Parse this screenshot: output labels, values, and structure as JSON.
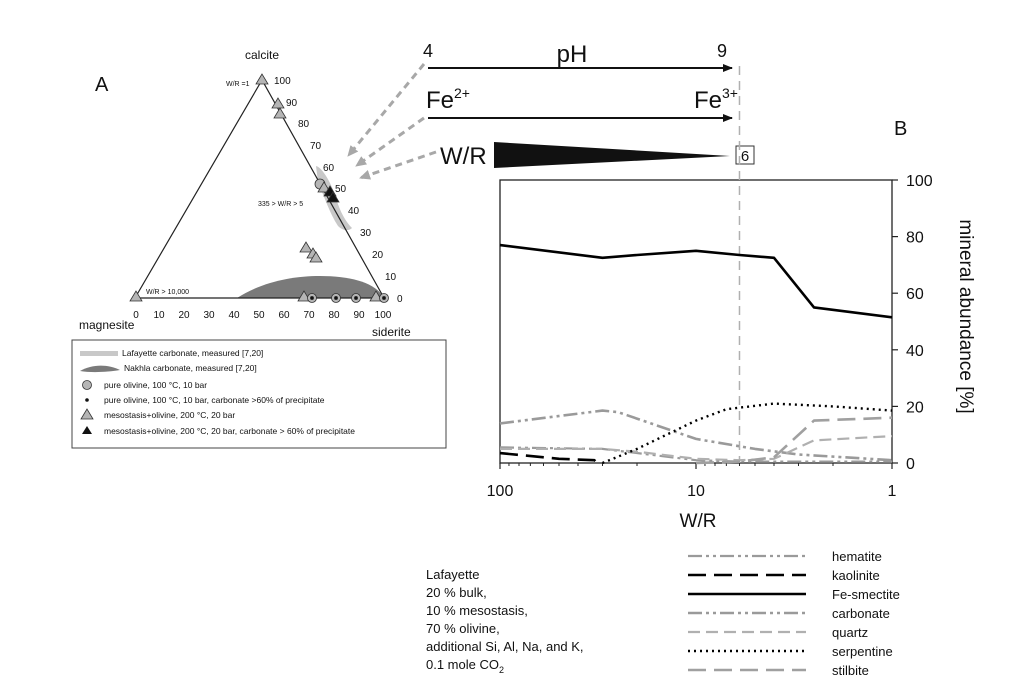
{
  "panel_a": {
    "label": "A",
    "apex_top": "calcite",
    "apex_left": "magnesite",
    "apex_right": "siderite",
    "right_ticks": [
      "100",
      "90",
      "80",
      "70",
      "60",
      "50",
      "40",
      "30",
      "20",
      "10",
      "0"
    ],
    "bottom_ticks": [
      "0",
      "10",
      "20",
      "30",
      "40",
      "50",
      "60",
      "70",
      "80",
      "90",
      "100"
    ],
    "annotations": {
      "top": "W/R =1",
      "middle": "335 > W/R > 5",
      "bottom": "W/R > 10,000"
    },
    "legend": [
      {
        "symbol": "lafayette-band",
        "text": "Lafayette carbonate, measured [7,20]"
      },
      {
        "symbol": "nakhla-band",
        "text": "Nakhla carbonate, measured [7,20]"
      },
      {
        "symbol": "circle",
        "text": "pure olivine, 100 °C, 10 bar"
      },
      {
        "symbol": "dot",
        "text": "pure olivine, 100 °C, 10 bar, carbonate >60% of precipitate"
      },
      {
        "symbol": "triangle-gray",
        "text": "mesostasis+olivine, 200 °C, 20 bar"
      },
      {
        "symbol": "triangle-black",
        "text": "mesostasis+olivine, 200 °C, 20 bar, carbonate > 60% of precipitate"
      }
    ],
    "colors": {
      "lafayette": "#c8c8c8",
      "nakhla": "#7a7a7a",
      "marker_gray": "#b5b5b5"
    }
  },
  "trend": {
    "ph_label": "pH",
    "ph_start": "4",
    "ph_end": "9",
    "fe_start": "Fe",
    "fe_start_sup": "2+",
    "fe_end": "Fe",
    "fe_end_sup": "3+",
    "wr_label": "W/R",
    "wr_box": "6"
  },
  "panel_b": {
    "label": "B"
  },
  "composition": {
    "lines": [
      "Lafayette",
      "20 % bulk,",
      "10 % mesostasis,",
      "70 % olivine,",
      "additional Si, Al, Na, and K,"
    ],
    "co2_prefix": "0.1 mole CO",
    "co2_sub": "2"
  },
  "chart_data": {
    "type": "line",
    "xlabel": "W/R",
    "ylabel": "mineral abundance [%]",
    "x_scale": "log",
    "x_reversed": true,
    "xlim": [
      100,
      1
    ],
    "ylim": [
      0,
      100
    ],
    "x_ticks": [
      100,
      10,
      1
    ],
    "y_ticks": [
      0,
      20,
      40,
      60,
      80,
      100
    ],
    "grid": false,
    "legend_position": "bottom-right",
    "reference_line_x": 6,
    "series": [
      {
        "name": "hematite",
        "dash": "dashdotdot",
        "color": "#9a9a9a",
        "width": 2.2,
        "x": [
          100,
          30,
          10,
          6,
          3,
          1
        ],
        "y": [
          5.5,
          5,
          1,
          0.5,
          0.5,
          0.5
        ]
      },
      {
        "name": "kaolinite",
        "dash": "longdash",
        "color": "#000000",
        "width": 2.6,
        "x": [
          100,
          50,
          33,
          32
        ],
        "y": [
          3.5,
          1.5,
          1,
          0
        ]
      },
      {
        "name": "Fe-smectite",
        "dash": "solid",
        "color": "#000000",
        "width": 2.6,
        "x": [
          100,
          30,
          20,
          10,
          6,
          4,
          2.5,
          1
        ],
        "y": [
          77,
          72.5,
          73.5,
          75,
          73.5,
          72.5,
          55,
          51.5
        ]
      },
      {
        "name": "carbonate",
        "dash": "dashdotdot",
        "color": "#9a9a9a",
        "width": 2.6,
        "x": [
          100,
          30,
          25,
          10,
          5,
          3,
          1
        ],
        "y": [
          14,
          18.5,
          18,
          8.5,
          5,
          3,
          1
        ]
      },
      {
        "name": "quartz",
        "dash": "dash",
        "color": "#b0b0b0",
        "width": 2.2,
        "x": [
          100,
          30,
          20,
          10,
          6,
          4,
          2.5,
          1
        ],
        "y": [
          5,
          5,
          4,
          1.5,
          1,
          1.5,
          8,
          9.5
        ]
      },
      {
        "name": "serpentine",
        "dash": "dot",
        "color": "#000000",
        "width": 2.4,
        "x": [
          30,
          20,
          10,
          7,
          4,
          2,
          1
        ],
        "y": [
          0,
          5,
          15,
          19,
          21,
          20,
          18.5
        ]
      },
      {
        "name": "stilbite",
        "dash": "longdash",
        "color": "#a0a0a0",
        "width": 2.6,
        "x": [
          10,
          6,
          4,
          2.5,
          1
        ],
        "y": [
          0,
          0.5,
          2,
          15,
          16
        ]
      }
    ]
  }
}
